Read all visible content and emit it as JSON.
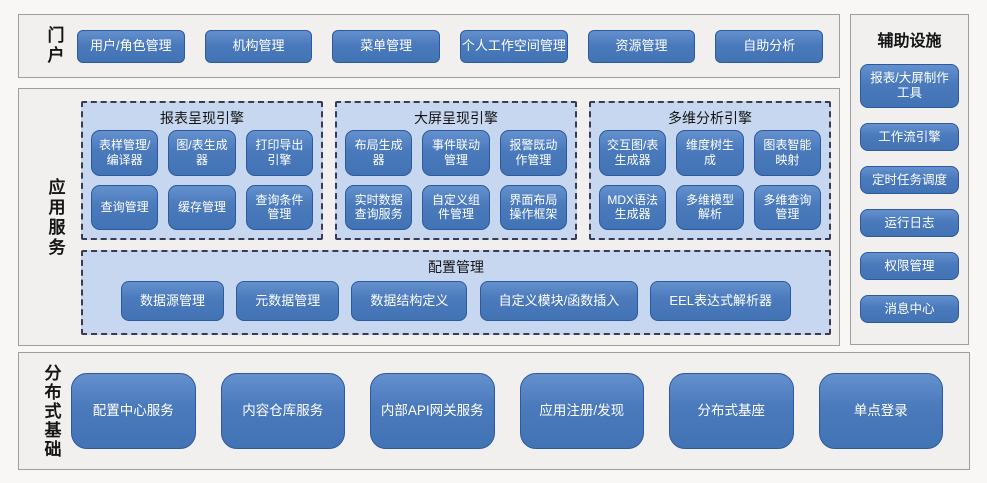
{
  "colors": {
    "button_blue": "#4a7abc",
    "button_border": "#2d5a9e",
    "panel_light_blue": "#c7d7f0",
    "panel_dash_border": "#3a3a52",
    "box_background": "#f1f0ee",
    "box_border": "#9e9e9e"
  },
  "portal": {
    "label": "门户",
    "items": [
      "用户/角色管理",
      "机构管理",
      "菜单管理",
      "个人工作空间管理",
      "资源管理",
      "自助分析"
    ]
  },
  "app_services": {
    "label": "应用服务",
    "engines": [
      {
        "title": "报表呈现引擎",
        "items": [
          "表样管理/编译器",
          "图/表生成器",
          "打印导出引擎",
          "查询管理",
          "缓存管理",
          "查询条件管理"
        ]
      },
      {
        "title": "大屏呈现引擎",
        "items": [
          "布局生成器",
          "事件联动管理",
          "报警既动作管理",
          "实时数据查询服务",
          "自定义组件管理",
          "界面布局操作框架"
        ]
      },
      {
        "title": "多维分析引擎",
        "items": [
          "交互图/表生成器",
          "维度树生成",
          "图表智能映射",
          "MDX语法生成器",
          "多维模型解析",
          "多维查询管理"
        ]
      }
    ],
    "config": {
      "title": "配置管理",
      "items": [
        "数据源管理",
        "元数据管理",
        "数据结构定义",
        "自定义模块/函数插入",
        "EEL表达式解析器"
      ]
    }
  },
  "infrastructure": {
    "label": "分布式基础",
    "items": [
      "配置中心服务",
      "内容仓库服务",
      "内部API网关服务",
      "应用注册/发现",
      "分布式基座",
      "单点登录"
    ]
  },
  "auxiliary": {
    "title": "辅助设施",
    "items": [
      "报表/大屏制作工具",
      "工作流引擎",
      "定时任务调度",
      "运行日志",
      "权限管理",
      "消息中心"
    ]
  }
}
